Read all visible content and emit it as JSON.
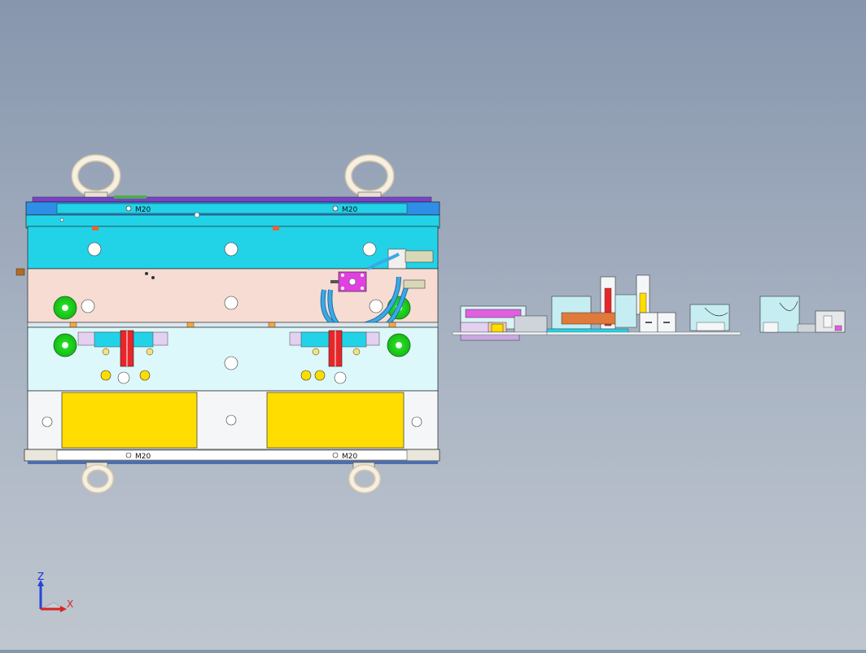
{
  "colors": {
    "background_top": "#8796ad",
    "background_bottom": "#bfc6cf",
    "plate_cyan": "#22d3e8",
    "plate_blue": "#2f8ee6",
    "plate_pink": "#f6dcd2",
    "plate_lightcyan": "#ddf8fa",
    "plate_white": "#f4f6f8",
    "insert_yellow": "#ffdd00",
    "runner_red": "#e8262a",
    "water_hose": "#3aa9e6",
    "manifold_magenta": "#e040e0",
    "ring_green": "#22dd22",
    "eyebolt_cream": "#f5eee0",
    "purple_top": "#7a42c8"
  },
  "labels": {
    "thread_top_left": "M20",
    "thread_top_right": "M20",
    "thread_bottom_left": "M20",
    "thread_bottom_right": "M20"
  },
  "axis_triad": {
    "z_label": "Z",
    "x_label": "X"
  }
}
